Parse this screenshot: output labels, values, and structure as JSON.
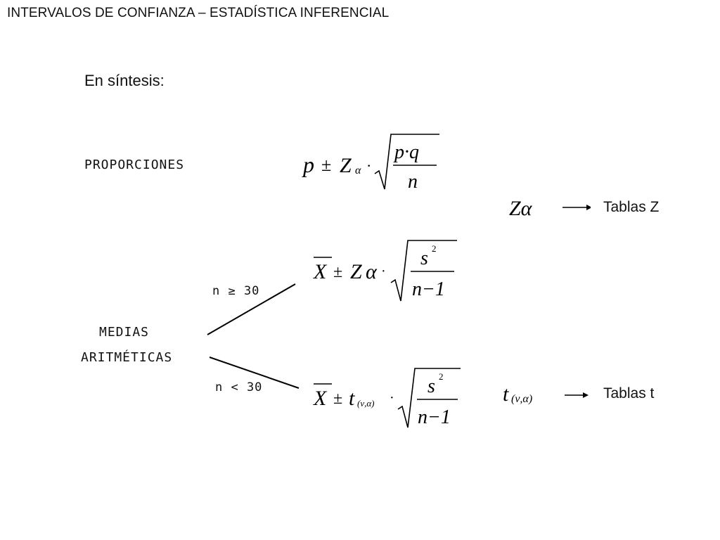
{
  "header": {
    "title": "INTERVALOS DE CONFIANZA – ESTADÍSTICA INFERENCIAL"
  },
  "subtitle": "En síntesis:",
  "labels": {
    "proporciones": "PROPORCIONES",
    "medias": "MEDIAS",
    "aritmeticas": "ARITMÉTICAS",
    "n_ge_30": "n ≥ 30",
    "n_lt_30": "n < 30"
  },
  "formulas": {
    "proporciones": {
      "p": "p",
      "pm": "±",
      "z": "Z",
      "alpha": "α",
      "dot": "·",
      "num": "p·q",
      "den": "n"
    },
    "medias_ge30": {
      "x": "X",
      "pm": "±",
      "z": "Z",
      "alpha": "α",
      "dot": "·",
      "s": "s",
      "sup": "2",
      "den": "n−1"
    },
    "medias_lt30": {
      "x": "X",
      "pm": "±",
      "t": "t",
      "sub": "(ν,α)",
      "dot": "·",
      "s": "s",
      "sup": "2",
      "den": "n−1"
    }
  },
  "tables": {
    "z": {
      "symbol": "Zα",
      "label": "Tablas Z"
    },
    "t": {
      "symbol": "t",
      "sub": "(ν,α)",
      "label": "Tablas t"
    }
  },
  "icons": [
    "arrow-right-icon"
  ]
}
